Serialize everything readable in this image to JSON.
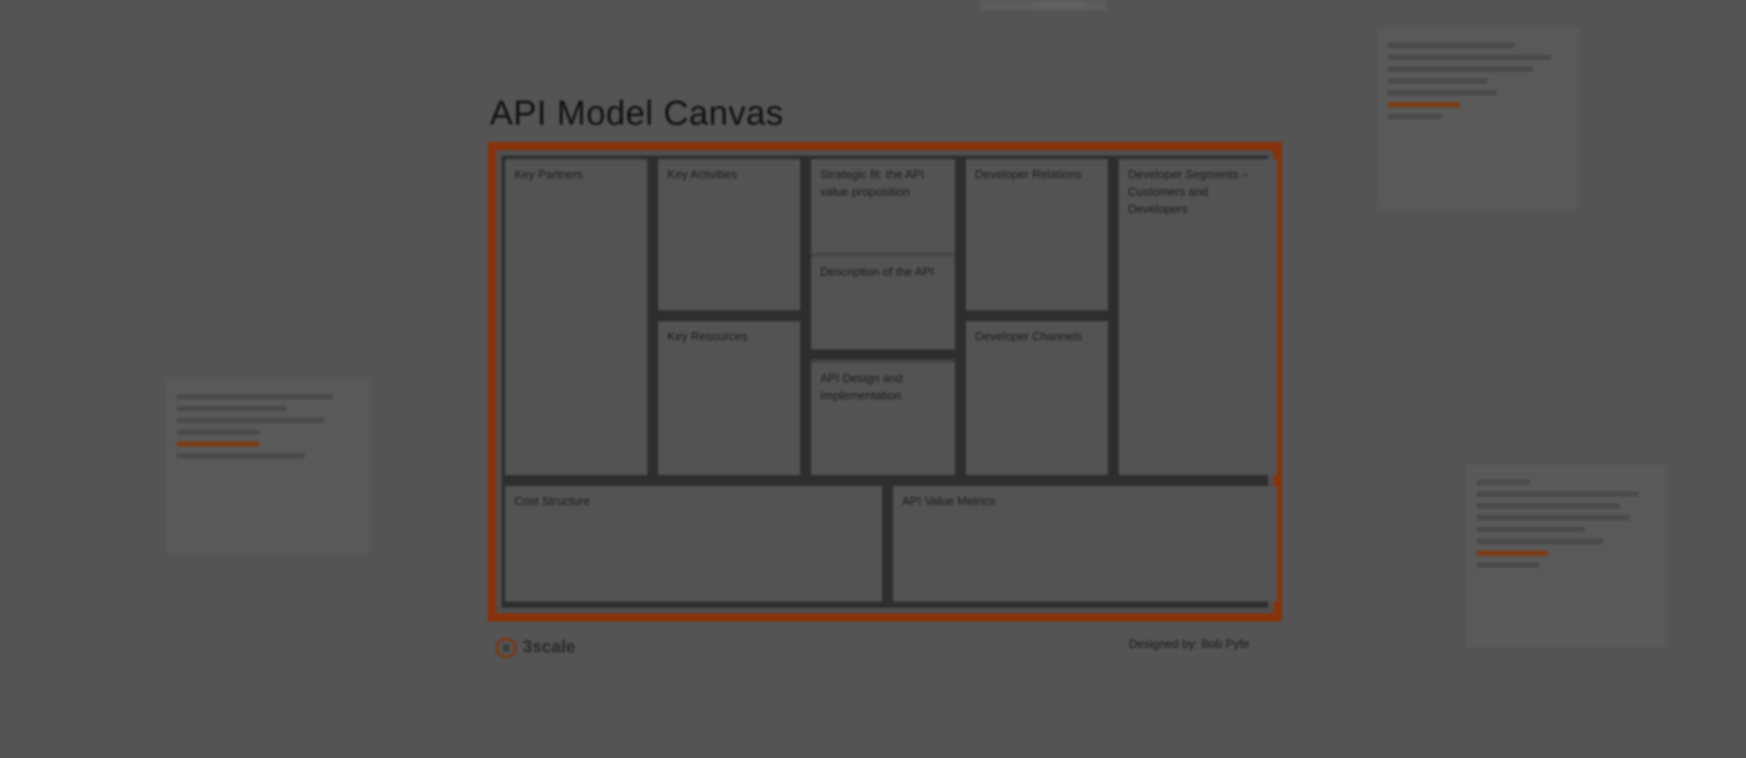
{
  "title": "API Model Canvas",
  "cells": {
    "key_partners": "Key Partners",
    "key_activities": "Key Activities",
    "key_resources": "Key Resources",
    "value_1": "Strategic fit: the API value proposition",
    "value_2": "Description of the API",
    "value_3": "API Design and Implementation",
    "customer_relationships": "Developer Relations",
    "channels": "Developer Channels",
    "customer_segments": "Developer Segments – Customers and Developers",
    "cost_structure": "Cost Structure",
    "revenue_streams": "API Value Metrics"
  },
  "brand": {
    "name": "3scale"
  },
  "credit": "Designed by: Bob Pyfe",
  "colors": {
    "frame": "#8a3209",
    "background": "#545454"
  }
}
